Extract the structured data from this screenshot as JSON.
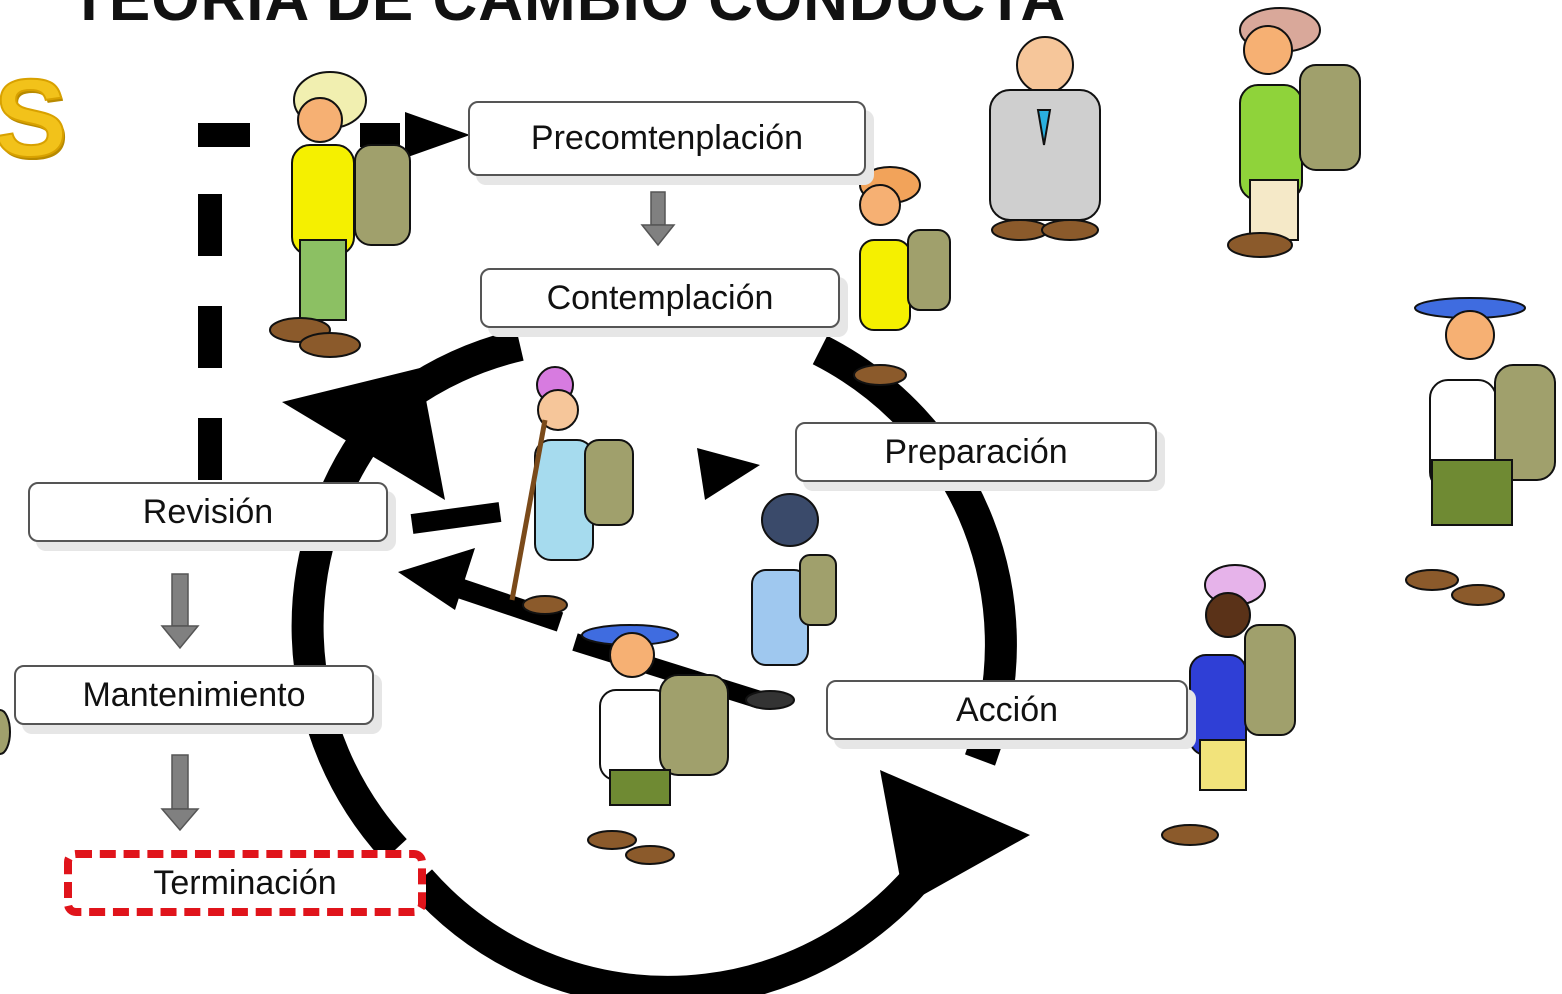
{
  "slide": {
    "title": "TEORIA DE CAMBIO CONDUCTA",
    "subtitle": "S"
  },
  "stages": {
    "precontemplation": "Precomtenplación",
    "contemplation": "Contemplación",
    "preparation": "Preparación",
    "action": "Acción",
    "review": "Revisión",
    "maintenance": "Mantenimiento",
    "termination": "Terminación"
  },
  "colors": {
    "arrow": "#000000",
    "down_arrow": "#808080",
    "termination_border": "#e0141b",
    "subtitle": "#f2c21a"
  }
}
